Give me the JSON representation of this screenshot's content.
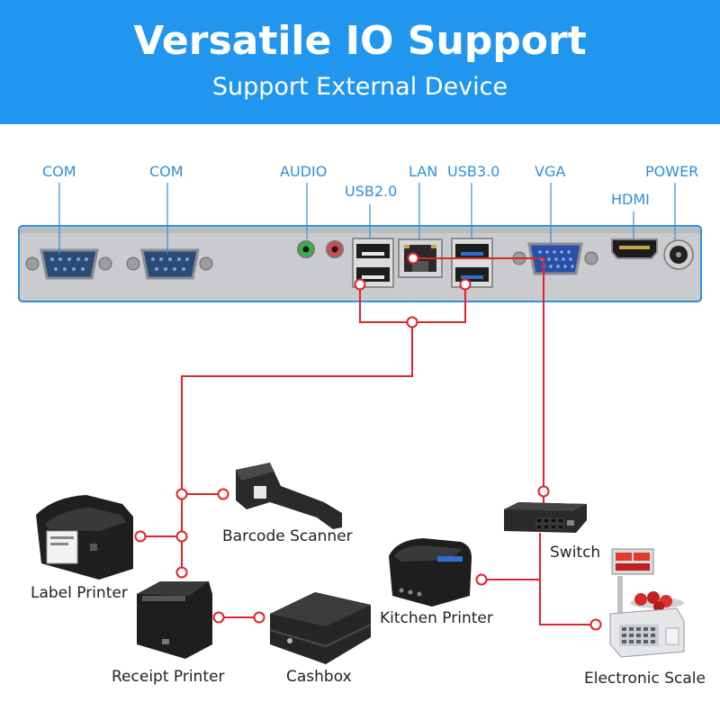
{
  "header": {
    "title": "Versatile IO Support",
    "subtitle": "Support External Device"
  },
  "ports": {
    "com1": "COM",
    "com2": "COM",
    "audio": "AUDIO",
    "usb2": "USB2.0",
    "lan": "LAN",
    "usb3": "USB3.0",
    "vga": "VGA",
    "hdmi": "HDMI",
    "power": "POWER"
  },
  "devices": {
    "barcode_scanner": "Barcode Scanner",
    "label_printer": "Label Printer",
    "receipt_printer": "Receipt Printer",
    "cashbox": "Cashbox",
    "kitchen_printer": "Kitchen Printer",
    "switch": "Switch",
    "electronic_scale": "Electronic Scale"
  },
  "colors": {
    "header_bg": "#2196ef",
    "port_label": "#2e8fdc",
    "connector_line": "#e0242b",
    "panel": "#c9cbcf",
    "panel_border": "#2f8fe0"
  }
}
